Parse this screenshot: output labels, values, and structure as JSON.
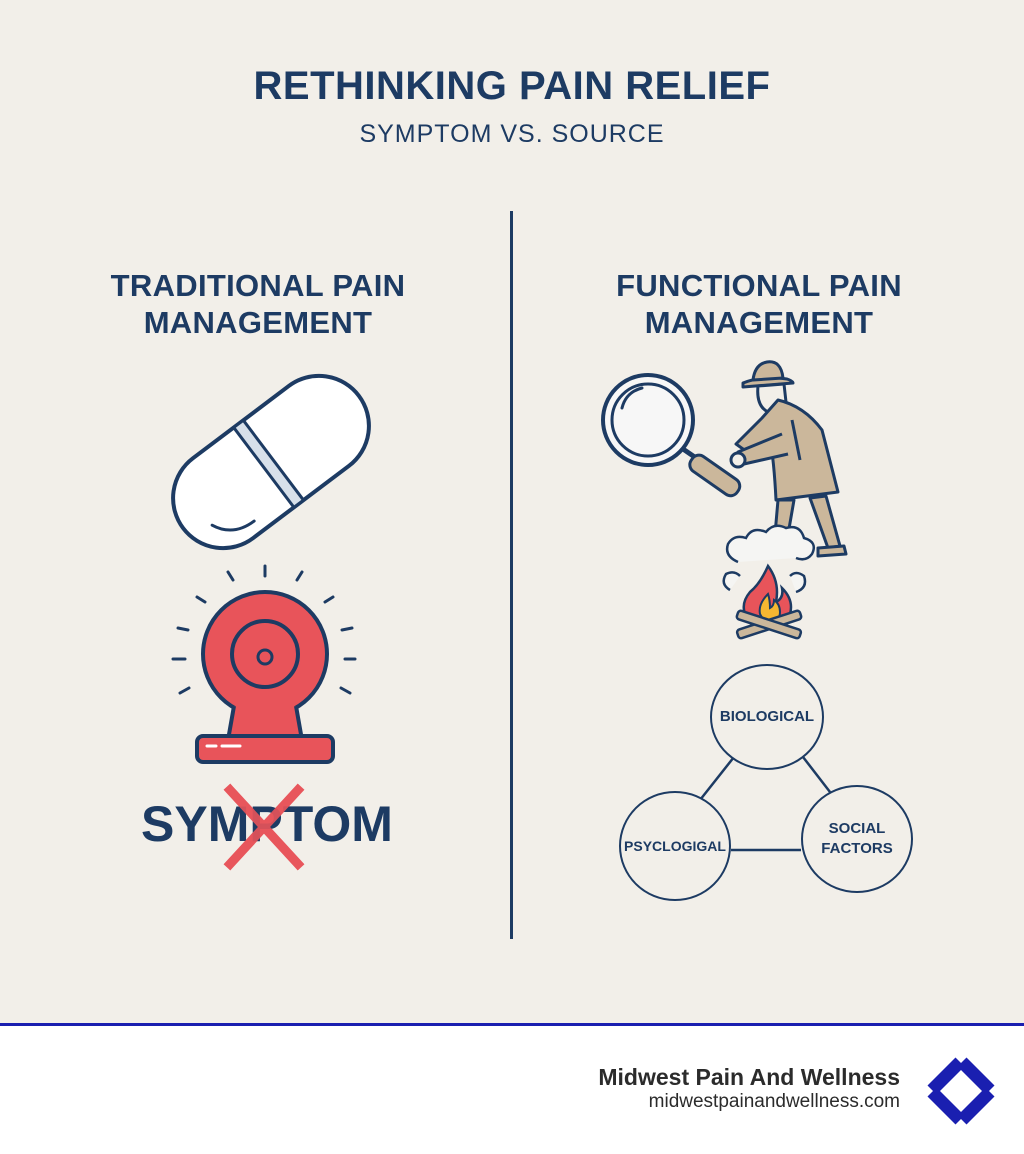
{
  "header": {
    "title": "RETHINKING PAIN RELIEF",
    "subtitle": "SYMPTOM VS. SOURCE"
  },
  "left": {
    "heading_line1": "TRADITIONAL PAIN",
    "heading_line2": "MANAGEMENT",
    "symptom_word": "SYMPTOM",
    "icons": [
      "pill-icon",
      "alarm-bell-icon",
      "cross-out-icon"
    ]
  },
  "right": {
    "heading_line1": "FUNCTIONAL PAIN",
    "heading_line2": "MANAGEMENT",
    "icons": [
      "magnifying-glass-icon",
      "detective-icon",
      "campfire-icon"
    ],
    "factors": {
      "biological": "BIOLOGICAL",
      "psychological": "PSYCLOGIGAL",
      "social_line1": "SOCIAL",
      "social_line2": "FACTORS"
    }
  },
  "footer": {
    "brand_name": "Midwest Pain And Wellness",
    "brand_url": "midwestpainandwellness.com",
    "logo_icon": "diamond-logo-icon"
  },
  "colors": {
    "background": "#f2efe9",
    "navy": "#1d3b63",
    "alarm_red": "#e8545a",
    "footer_blue": "#1a1fb0",
    "coat_tan": "#cbb79b"
  }
}
